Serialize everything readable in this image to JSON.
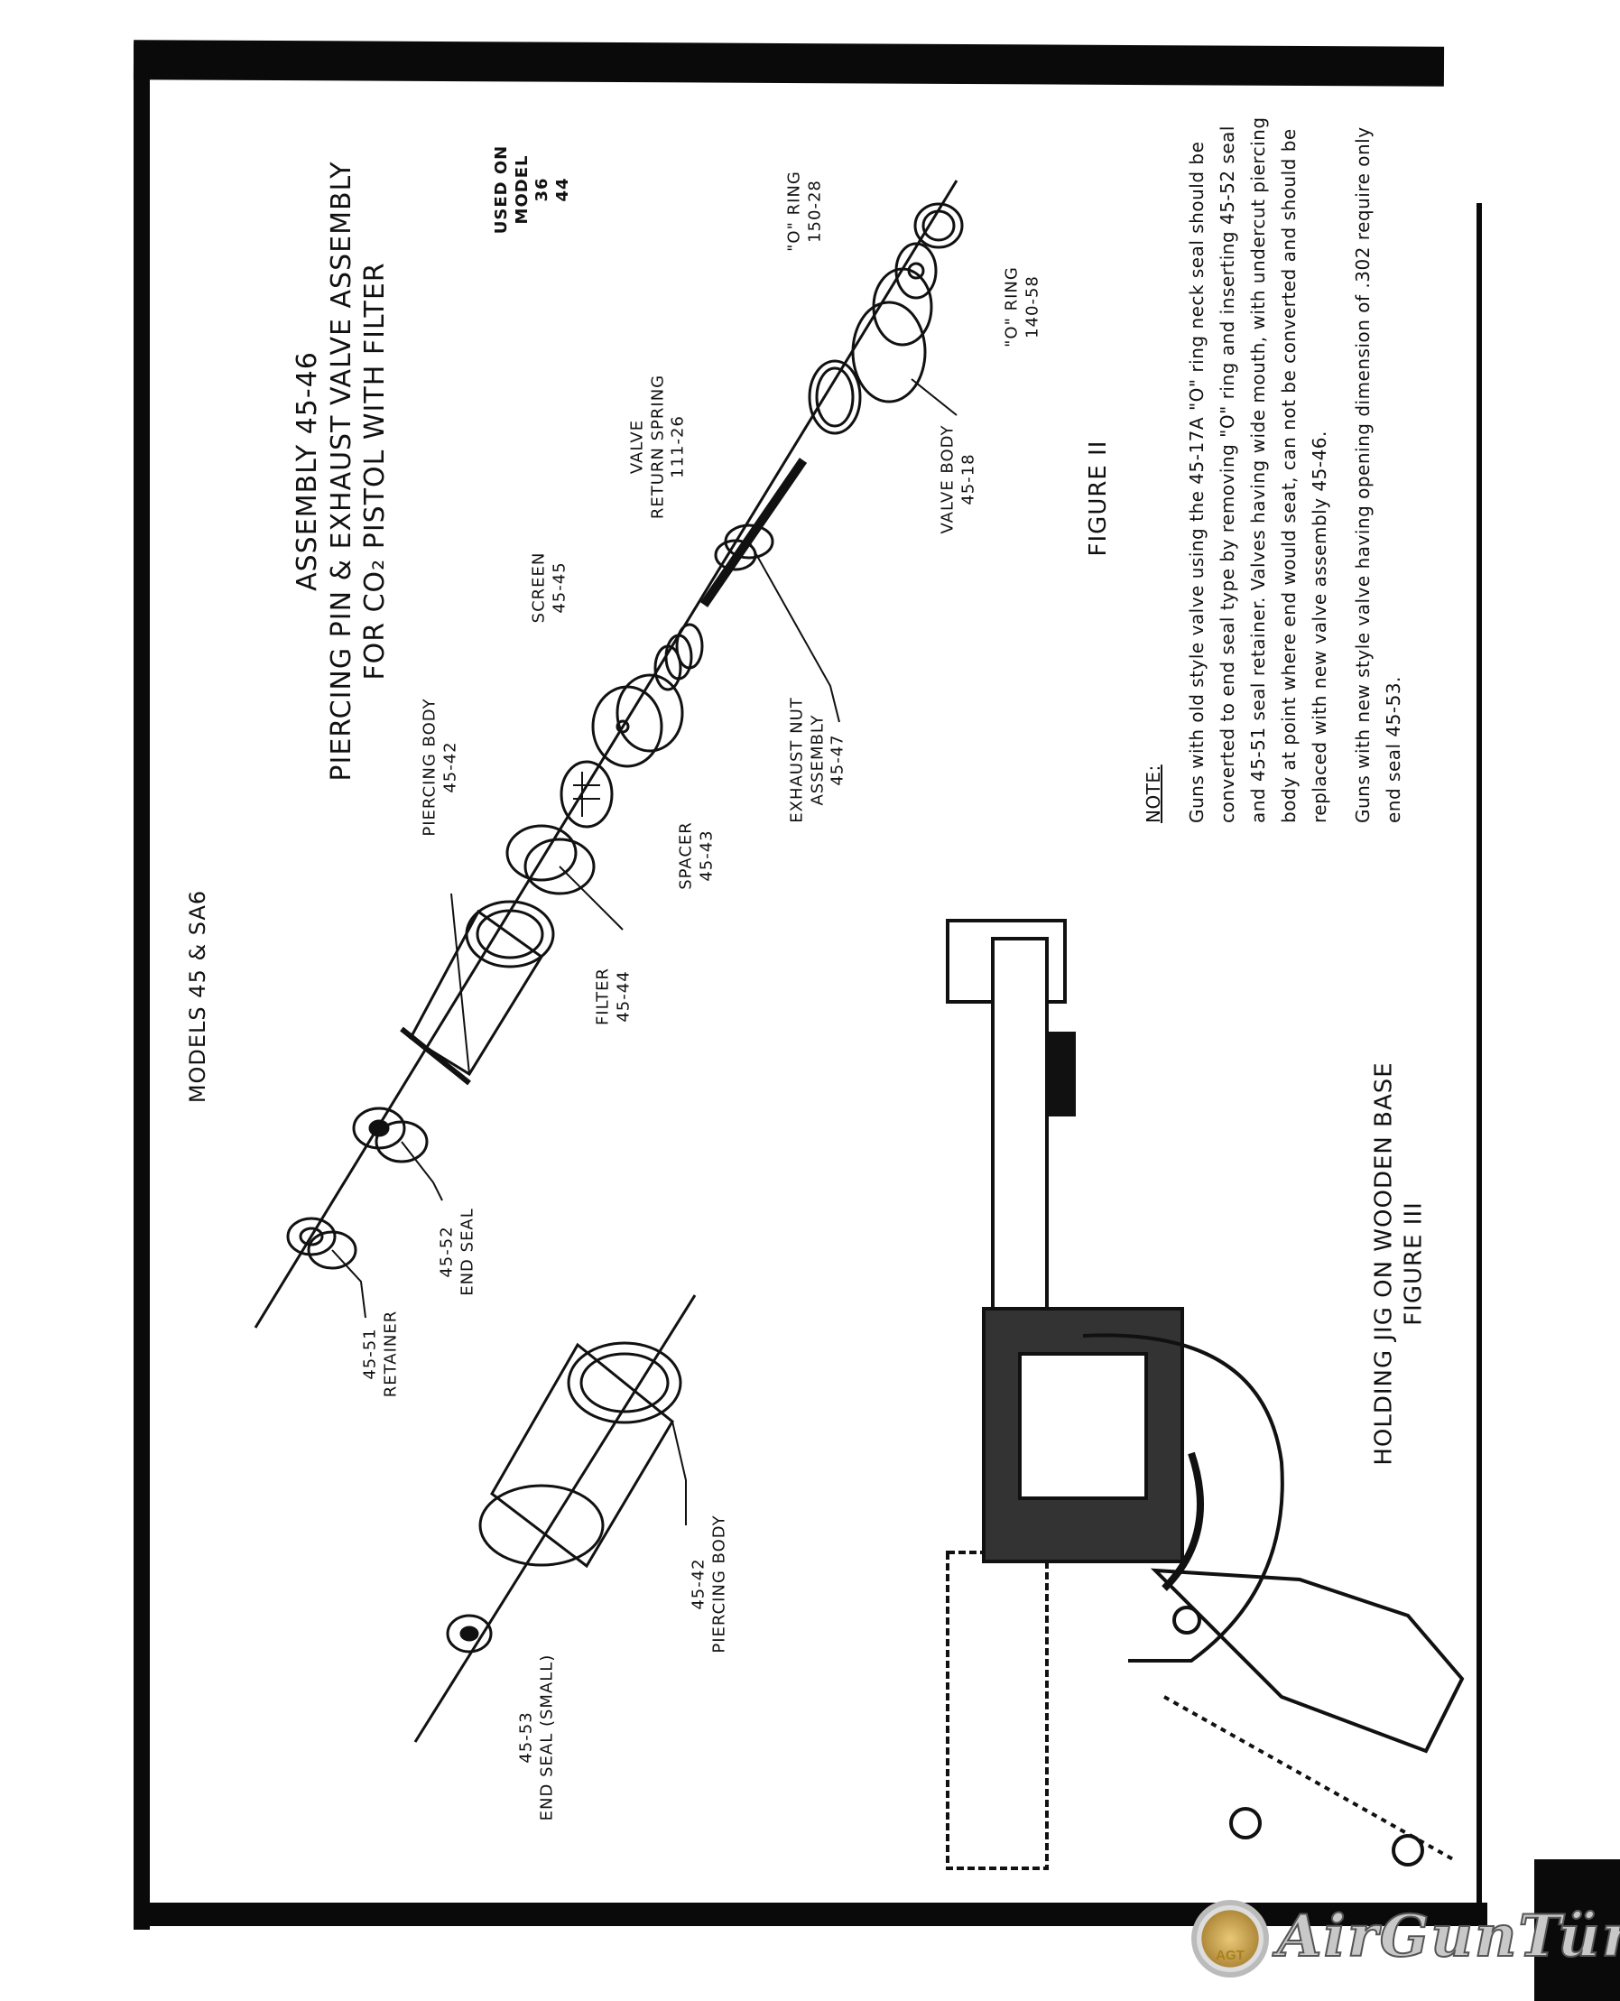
{
  "header": {
    "models": "MODELS 45 & SA6"
  },
  "title": {
    "line1": "ASSEMBLY 45-46",
    "line2": "PIERCING PIN & EXHAUST VALVE ASSEMBLY",
    "line3": "FOR CO₂ PISTOL WITH FILTER"
  },
  "used_on": {
    "label1": "USED ON",
    "label2": "MODEL",
    "models": [
      "36",
      "44"
    ]
  },
  "parts": [
    {
      "num": "45-51",
      "name": "RETAINER"
    },
    {
      "num": "45-52",
      "name": "END SEAL"
    },
    {
      "num": "45-53",
      "name": "END SEAL (SMALL)"
    },
    {
      "num": "45-42",
      "name": "PIERCING BODY"
    },
    {
      "num": "45-42",
      "name": "PIERCING BODY"
    },
    {
      "num": "45-44",
      "name": "FILTER"
    },
    {
      "num": "45-45",
      "name": "SCREEN"
    },
    {
      "num": "45-43",
      "name": "SPACER"
    },
    {
      "num": "45-47",
      "name": "EXHAUST NUT",
      "name2": "ASSEMBLY"
    },
    {
      "num": "111-26",
      "name": "VALVE",
      "name2": "RETURN SPRING"
    },
    {
      "num": "45-18",
      "name": "VALVE BODY"
    },
    {
      "num": "150-28",
      "name": "\"O\" RING"
    },
    {
      "num": "140-58",
      "name": "\"O\" RING"
    }
  ],
  "figure2": "FIGURE II",
  "note": {
    "heading": "NOTE:",
    "p1": "Guns with old style valve using the 45-17A \"O\" ring neck seal should be converted to end seal type by removing \"O\" ring and inserting 45-52 seal and 45-51 seal retainer. Valves having wide mouth, with undercut piercing body at point where end would seat, can not be converted and should be replaced with new valve assembly 45-46.",
    "p2": "Guns with new style valve having opening dimension of .302 require only end seal 45-53."
  },
  "figure3": {
    "caption": "HOLDING JIG ON WOODEN BASE",
    "label": "FIGURE III"
  },
  "logo": {
    "badge": "AGT",
    "text": "AirGunTürk"
  }
}
